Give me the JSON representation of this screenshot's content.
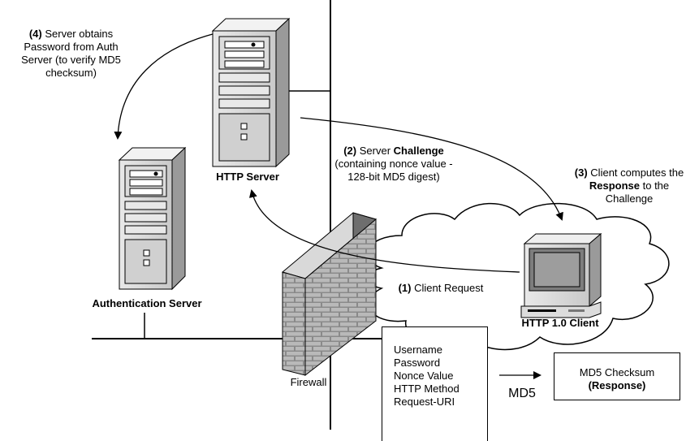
{
  "step4": {
    "num": "(4)",
    "line1": "Server obtains",
    "line2": "Password from Auth",
    "line3": "Server (to verify MD5",
    "line4": "checksum)"
  },
  "step2": {
    "num": "(2)",
    "line1_pre": "Server",
    "line1_bold": "Challenge",
    "line2": "(containing nonce value -",
    "line3": "128-bit MD5 digest)"
  },
  "step3": {
    "num": "(3)",
    "line1": "Client computes the",
    "line2_bold": "Response",
    "line2_post": "to the",
    "line3": "Challenge"
  },
  "step1": {
    "num": "(1)",
    "text": "Client Request"
  },
  "http_server_label": "HTTP Server",
  "auth_server_label": "Authentication Server",
  "client_label": "HTTP 1.0 Client",
  "firewall_label": "Firewall",
  "md5_inputs": [
    "Username",
    "Password",
    "Nonce Value",
    "HTTP Method",
    "Request-URI"
  ],
  "md5_label": "MD5",
  "checksum_box": {
    "line1": "MD5 Checksum",
    "line2": "(Response)"
  }
}
